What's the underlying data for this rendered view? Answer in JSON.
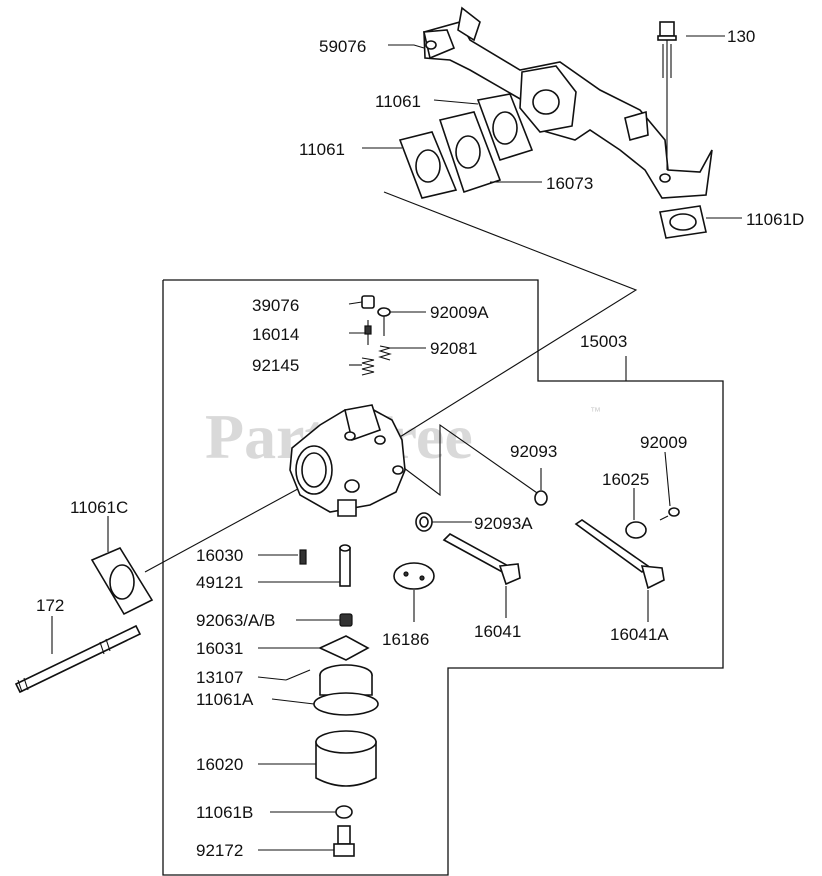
{
  "watermark": {
    "text": "PartsTree",
    "trademark": "™"
  },
  "labels": {
    "p59076": "59076",
    "p130": "130",
    "p11061_top": "11061",
    "p11061_mid": "11061",
    "p16073": "16073",
    "p11061D": "11061D",
    "p15003": "15003",
    "p39076": "39076",
    "p92009A": "92009A",
    "p16014": "16014",
    "p92081": "92081",
    "p92145": "92145",
    "p92093": "92093",
    "p92009": "92009",
    "p16025": "16025",
    "p11061C": "11061C",
    "p92093A": "92093A",
    "p16030": "16030",
    "p49121": "49121",
    "p172": "172",
    "p16186": "16186",
    "p16041": "16041",
    "p16041A": "16041A",
    "p92063": "92063/A/B",
    "p16031": "16031",
    "p13107": "13107",
    "p11061A": "11061A",
    "p16020": "16020",
    "p11061B": "11061B",
    "p92172": "92172"
  }
}
